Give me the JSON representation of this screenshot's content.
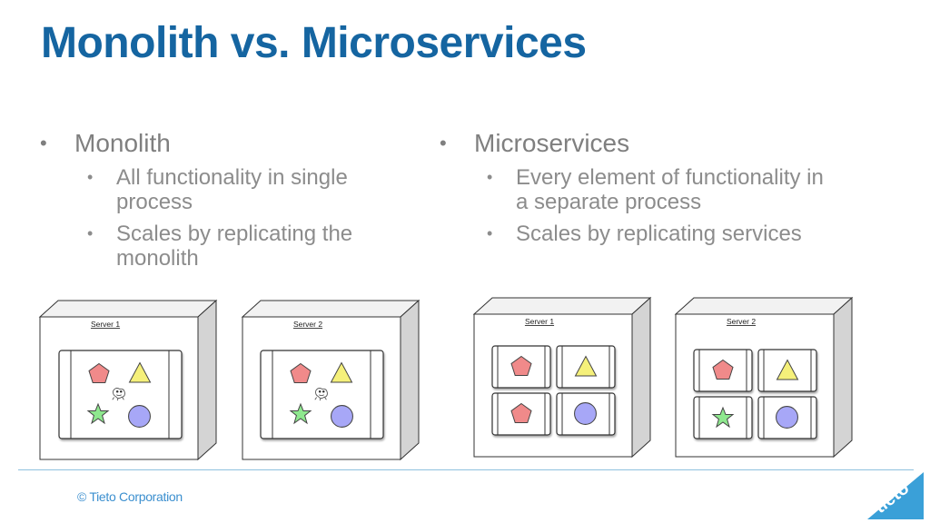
{
  "slide": {
    "title": "Monolith vs. Microservices"
  },
  "left": {
    "heading": "Monolith",
    "points": [
      "All functionality in single process",
      "Scales by replicating the monolith"
    ]
  },
  "right": {
    "heading": "Microservices",
    "points": [
      "Every element of functionality in a separate process",
      "Scales by replicating services"
    ]
  },
  "servers": {
    "mono_1": "Server 1",
    "mono_2": "Server 2",
    "micro_1": "Server 1",
    "micro_2": "Server 2"
  },
  "footer": {
    "copyright": "© Tieto Corporation",
    "logo_text": "tieto"
  },
  "colors": {
    "title": "#1565a1",
    "pentagon": "#f08a8a",
    "triangle": "#f5f07a",
    "circle": "#a7a7f7",
    "star": "#8ee88e",
    "footer_line": "#8fc1df",
    "logo": "#3aa0d8"
  }
}
